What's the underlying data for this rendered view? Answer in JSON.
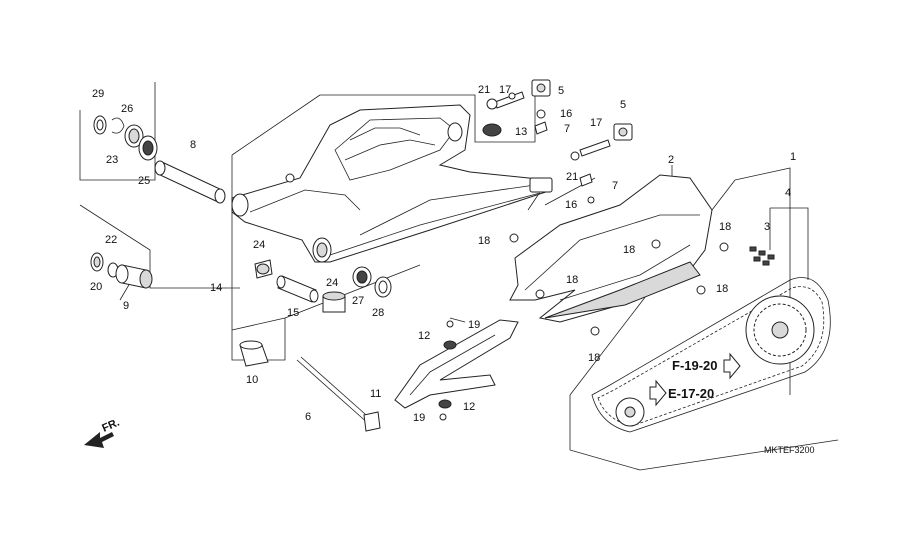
{
  "callouts": {
    "c1": "1",
    "c2": "2",
    "c3": "3",
    "c4": "4",
    "c5a": "5",
    "c5b": "5",
    "c6": "6",
    "c7a": "7",
    "c7b": "7",
    "c8": "8",
    "c9": "9",
    "c10": "10",
    "c11": "11",
    "c12a": "12",
    "c12b": "12",
    "c13": "13",
    "c14": "14",
    "c15": "15",
    "c16a": "16",
    "c16b": "16",
    "c17a": "17",
    "c17b": "17",
    "c18a": "18",
    "c18b": "18",
    "c18c": "18",
    "c18d": "18",
    "c18e": "18",
    "c18f": "18",
    "c19a": "19",
    "c19b": "19",
    "c20": "20",
    "c21a": "21",
    "c21b": "21",
    "c22": "22",
    "c23": "23",
    "c24a": "24",
    "c24b": "24",
    "c25": "25",
    "c26": "26",
    "c27": "27",
    "c28": "28",
    "c29": "29"
  },
  "references": {
    "f": "F-19-20",
    "e": "E-17-20"
  },
  "front_marker": "FR.",
  "diagram_code": "MKTEF3200"
}
